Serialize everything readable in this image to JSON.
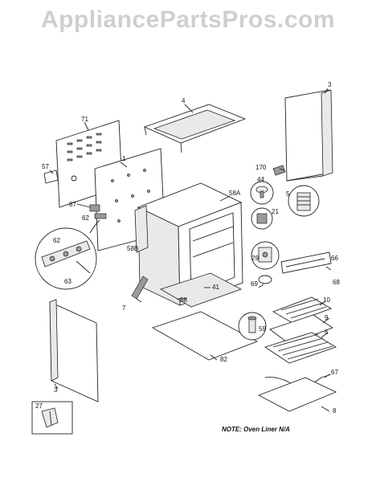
{
  "watermark": "AppliancePartsPros.com",
  "note": "NOTE:  Oven Liner N/A",
  "callouts": {
    "c71": "71",
    "c4": "4",
    "c3_top": "3",
    "c57": "57",
    "c1": "1",
    "c87": "87",
    "c62": "62",
    "c58A": "58A",
    "c170": "170",
    "c44": "44",
    "c5": "5",
    "c21": "21",
    "c29": "29",
    "c66": "66",
    "c68": "68",
    "c69": "69",
    "c58B": "58B",
    "c63": "63",
    "c62b": "62",
    "c41": "41",
    "c7": "7",
    "c58": "58",
    "c59": "59",
    "c10": "10",
    "c9": "9",
    "c6": "6",
    "c82": "82",
    "c3_bottom": "3",
    "c67": "67",
    "c8": "8",
    "c27": "27"
  }
}
